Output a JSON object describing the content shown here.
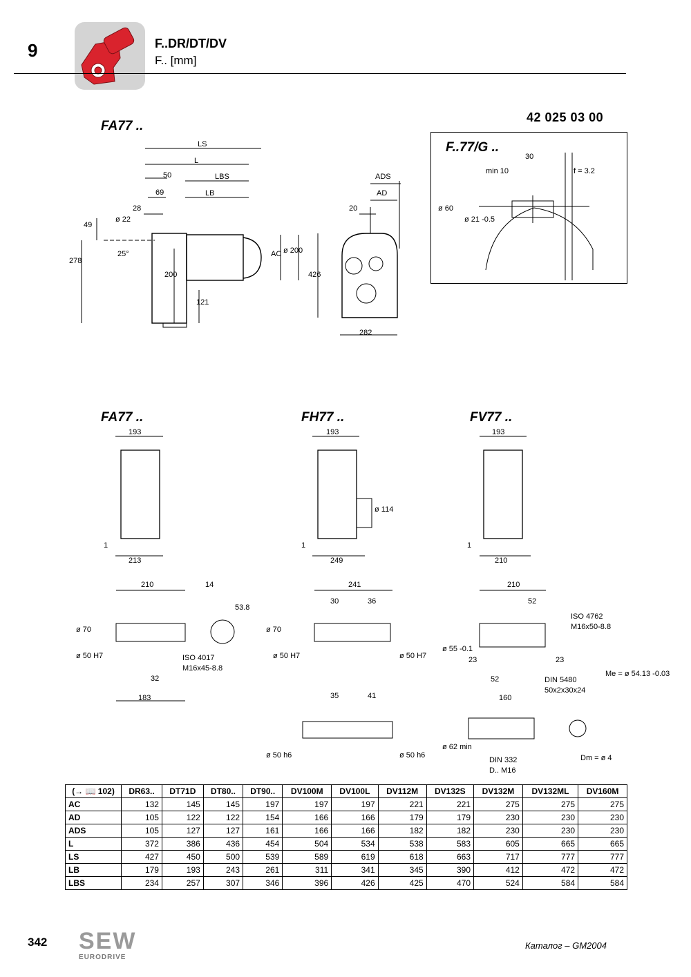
{
  "header": {
    "chapter": "9",
    "title": "F..DR/DT/DV",
    "subtitle": "F.. [mm]",
    "drawing_number": "42 025 03 00"
  },
  "drawings": {
    "main_label": "FA77 ..",
    "inset_label": "F..77/G ..",
    "fa_label": "FA77 ..",
    "fh_label": "FH77 ..",
    "fv_label": "FV77 .."
  },
  "dims": {
    "ls": "LS",
    "l": "L",
    "lbs": "LBS",
    "lb": "LB",
    "ads": "ADS",
    "ad": "AD",
    "ac": "AC",
    "d50": "50",
    "d69": "69",
    "d28": "28",
    "d49": "49",
    "d22": "ø 22",
    "d25": "25°",
    "d278": "278",
    "d200": "200",
    "d200ø": "ø 200",
    "d121": "121",
    "d426": "426",
    "d282": "282",
    "d20": "20",
    "i30": "30",
    "imin10": "min 10",
    "if": "f = 3.2",
    "i60": "ø 60",
    "i21": "ø 21 -0.5",
    "fa193": "193",
    "fa1": "1",
    "fa213": "213",
    "fh193": "193",
    "fh1": "1",
    "fh249": "249",
    "fh114": "ø 114",
    "fv193": "193",
    "fv1": "1",
    "fv210": "210",
    "s210": "210",
    "s14": "14",
    "s538": "53.8",
    "s70": "ø 70",
    "s50": "ø 50 H7",
    "s32": "32",
    "s183": "183",
    "iso4017a": "ISO 4017",
    "iso4017b": "M16x45-8.8",
    "h241": "241",
    "h30": "30",
    "h36": "36",
    "h70": "ø 70",
    "h50": "ø 50 H7",
    "h50b": "ø 50 H7",
    "h35": "35",
    "h41": "41",
    "h50h6": "ø 50 h6",
    "h50h6b": "ø 50 h6",
    "v210": "210",
    "v52": "52",
    "v55": "ø 55 -0.1",
    "v23": "23",
    "v23b": "23",
    "v52b": "52",
    "v160": "160",
    "v62": "ø 62 min",
    "iso4762a": "ISO 4762",
    "iso4762b": "M16x50-8.8",
    "din5480a": "DIN 5480",
    "din5480b": "50x2x30x24",
    "din332a": "DIN 332",
    "din332b": "D.. M16",
    "me": "Me = ø 54.13 -0.03",
    "dm": "Dm = ø 4"
  },
  "table": {
    "headers": [
      "(→ 📖 102)",
      "DR63..",
      "DT71D",
      "DT80..",
      "DT90..",
      "DV100M",
      "DV100L",
      "DV112M",
      "DV132S",
      "DV132M",
      "DV132ML",
      "DV160M"
    ],
    "rows": [
      [
        "AC",
        "132",
        "145",
        "145",
        "197",
        "197",
        "197",
        "221",
        "221",
        "275",
        "275",
        "275"
      ],
      [
        "AD",
        "105",
        "122",
        "122",
        "154",
        "166",
        "166",
        "179",
        "179",
        "230",
        "230",
        "230"
      ],
      [
        "ADS",
        "105",
        "127",
        "127",
        "161",
        "166",
        "166",
        "182",
        "182",
        "230",
        "230",
        "230"
      ],
      [
        "L",
        "372",
        "386",
        "436",
        "454",
        "504",
        "534",
        "538",
        "583",
        "605",
        "665",
        "665"
      ],
      [
        "LS",
        "427",
        "450",
        "500",
        "539",
        "589",
        "619",
        "618",
        "663",
        "717",
        "777",
        "777"
      ],
      [
        "LB",
        "179",
        "193",
        "243",
        "261",
        "311",
        "341",
        "345",
        "390",
        "412",
        "472",
        "472"
      ],
      [
        "LBS",
        "234",
        "257",
        "307",
        "346",
        "396",
        "426",
        "425",
        "470",
        "524",
        "584",
        "584"
      ]
    ]
  },
  "footer": {
    "page_number": "342",
    "logo": "SEW",
    "logo_sub": "EURODRIVE",
    "catalog": "Каталог – GM2004"
  },
  "icons": [
    "gear-motor-icon",
    "book-icon"
  ],
  "colors": {
    "motor": "#d9232d",
    "tab_bg": "#d4d4d4"
  }
}
